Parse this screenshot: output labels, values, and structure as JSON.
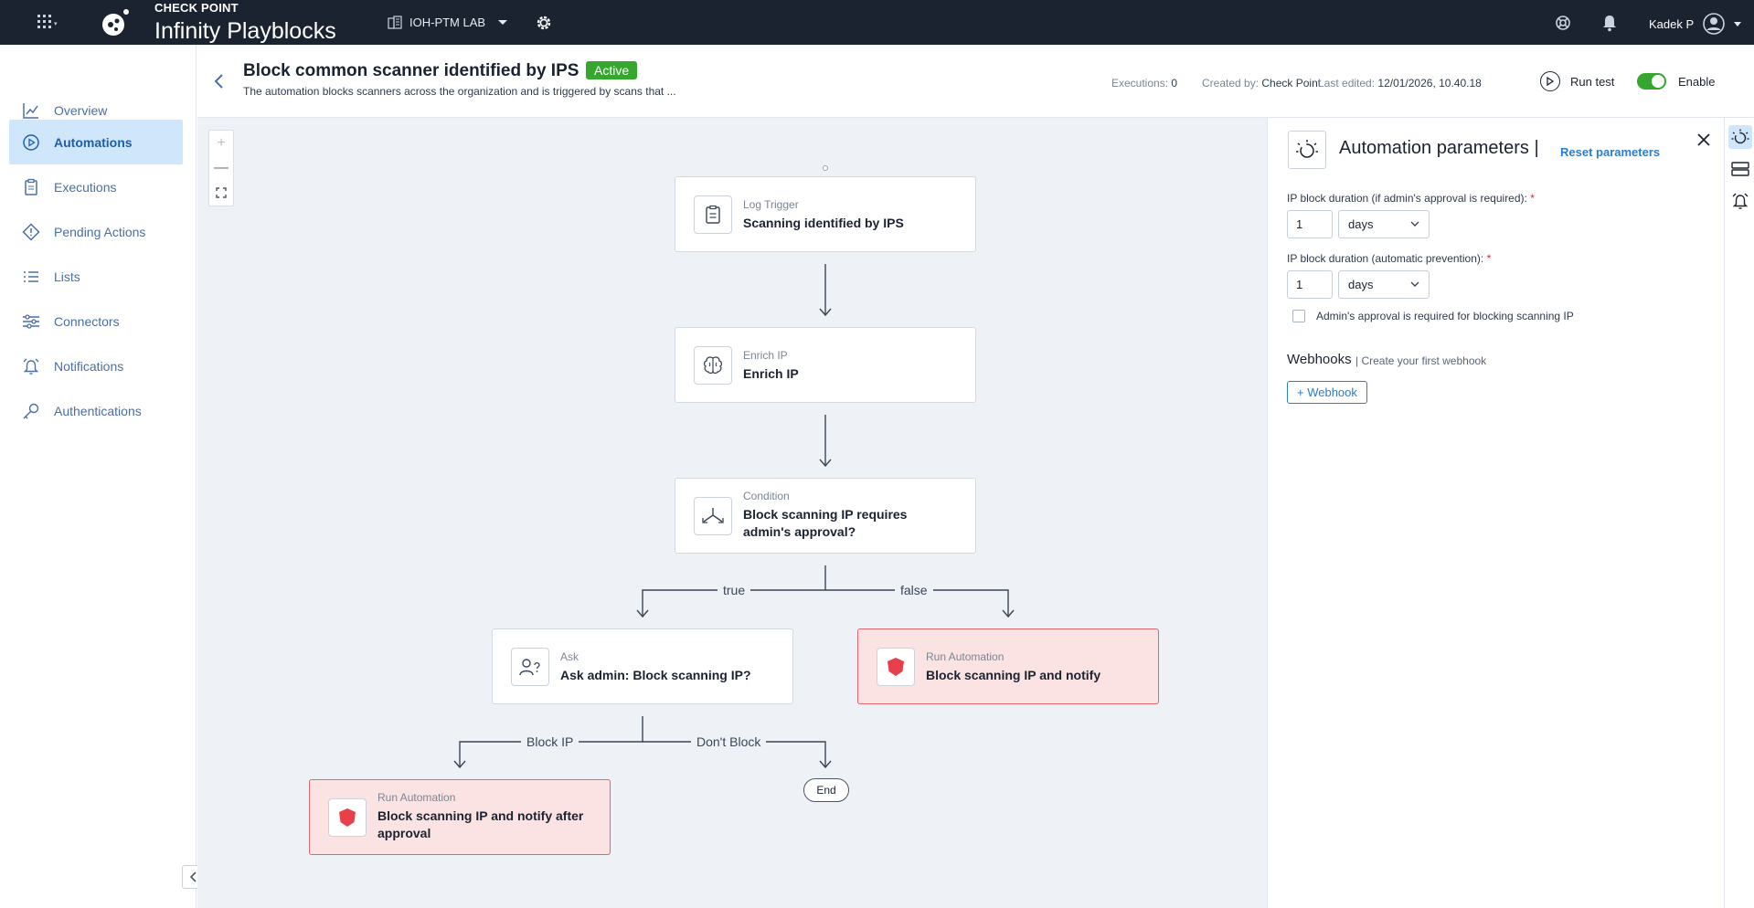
{
  "topbar": {
    "brand_top": "CHECK POINT",
    "brand_name": "Infinity Playblocks",
    "tenant": "IOH-PTM LAB",
    "user_name": "Kadek P"
  },
  "sidebar": {
    "items": [
      {
        "label": "Overview",
        "icon": "chart-icon"
      },
      {
        "label": "Automations",
        "icon": "play-circle-icon",
        "active": true
      },
      {
        "label": "Executions",
        "icon": "clipboard-icon"
      },
      {
        "label": "Pending Actions",
        "icon": "diamond-alert-icon"
      },
      {
        "label": "Lists",
        "icon": "list-icon"
      },
      {
        "label": "Connectors",
        "icon": "sliders-icon"
      },
      {
        "label": "Notifications",
        "icon": "alarm-icon"
      },
      {
        "label": "Authentications",
        "icon": "key-icon"
      }
    ]
  },
  "header": {
    "title": "Block common scanner identified by IPS",
    "status": "Active",
    "description": "The automation blocks scanners across the organization and is triggered by scans that ...",
    "executions_label": "Executions:",
    "executions_value": "0",
    "created_label": "Created by:",
    "created_value": "Check Point",
    "edited_label": "Last edited:",
    "edited_value": "12/01/2026, 10.40.18",
    "run_test": "Run test",
    "enable": "Enable"
  },
  "flow": {
    "trigger": {
      "type": "Log Trigger",
      "title": "Scanning identified by IPS"
    },
    "enrich": {
      "type": "Enrich IP",
      "title": "Enrich IP"
    },
    "condition": {
      "type": "Condition",
      "title": "Block scanning IP requires admin's approval?"
    },
    "ask": {
      "type": "Ask",
      "title": "Ask admin: Block scanning IP?"
    },
    "run1": {
      "type": "Run Automation",
      "title": "Block scanning IP and notify"
    },
    "run2": {
      "type": "Run Automation",
      "title": "Block scanning IP and notify after approval"
    },
    "end": "End",
    "labels": {
      "true": "true",
      "false": "false",
      "block_ip": "Block IP",
      "dont_block": "Don't Block"
    }
  },
  "panel": {
    "title": "Automation parameters",
    "separator": "|",
    "reset": "Reset parameters",
    "field1_label": "IP block duration (if admin's approval is required):",
    "field1_value": "1",
    "field1_unit": "days",
    "field2_label": "IP block duration (automatic prevention):",
    "field2_value": "1",
    "field2_unit": "days",
    "required_mark": "*",
    "checkbox_label": "Admin's approval is required for blocking scanning IP",
    "webhooks_title": "Webhooks",
    "webhooks_hint": "| Create your first webhook",
    "webhook_button": "+ Webhook"
  },
  "colors": {
    "topbar": "#1b2331",
    "accent": "#2a7dd1",
    "active_green": "#35a72f",
    "danger_node": "#fbe3e4"
  }
}
